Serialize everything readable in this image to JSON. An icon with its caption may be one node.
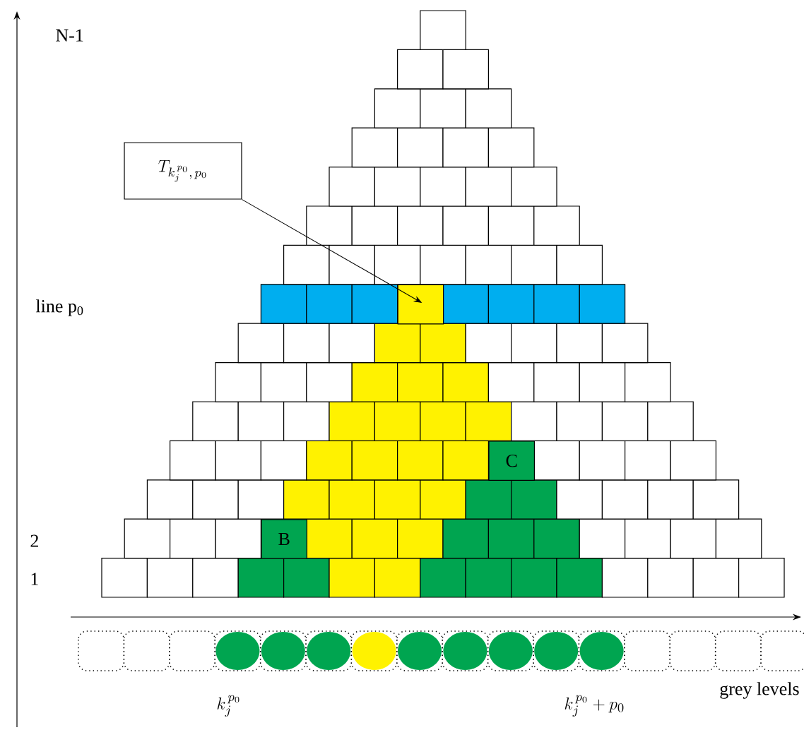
{
  "diagram": {
    "nodes": [
      {
        "text": [
          "T_{k_j^{\\,p_0},\\,p_0}"
        ]
      },
      {
        "text": [],
        "shape": "box"
      },
      {
        "text": [
          "C"
        ]
      },
      {
        "text": [
          "B"
        ]
      }
    ],
    "edges": [
      {
        "from": 0,
        "to": 1,
        "arrow": "to"
      }
    ],
    "labels": [
      "N-1",
      "line p$_{0}$",
      "2",
      "1",
      "grey levels",
      "k_j^{\\,p_0}",
      "k_j^{\\,p_0}+ p_0"
    ]
  }
}
